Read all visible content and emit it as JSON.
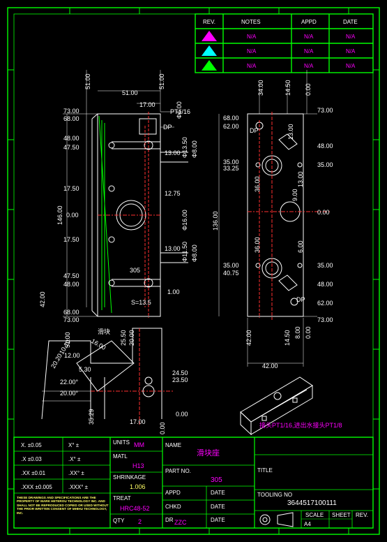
{
  "revision_table": {
    "headers": [
      "REV.",
      "NOTES",
      "APPD",
      "DATE"
    ],
    "rows": [
      {
        "notes": "N/A",
        "appd": "N/A",
        "date": "N/A",
        "color": "#ff00ff"
      },
      {
        "notes": "N/A",
        "appd": "N/A",
        "date": "N/A",
        "color": "#00ffff"
      },
      {
        "notes": "N/A",
        "appd": "N/A",
        "date": "N/A",
        "color": "#00ff00"
      }
    ]
  },
  "front_view": {
    "top_dims": [
      "51.00",
      "51.00",
      "17.00"
    ],
    "left_dims": [
      "73.00",
      "68.00",
      "48.00",
      "47.50",
      "17.50",
      "0.00",
      "17.50",
      "47.50",
      "48.00",
      "68.00",
      "73.00"
    ],
    "right_dims": [
      "13.00",
      "12.75",
      "13.00",
      "1.00"
    ],
    "vertical_dims": [
      "146.00",
      "42.00"
    ],
    "callouts": [
      "PT1/16",
      "DP",
      "S=13.5",
      "305"
    ],
    "dia_dims": [
      "Φ6.00",
      "Φ13.50",
      "Φ8.00",
      "Φ16.00",
      "Φ11.50",
      "Φ8.00"
    ]
  },
  "side_view": {
    "top_dims": [
      "34.00",
      "14.50",
      "0.00"
    ],
    "left_dims": [
      "68.00",
      "62.00",
      "35.00",
      "33.25",
      "35.00",
      "40.75"
    ],
    "right_dims": [
      "73.00",
      "48.00",
      "35.00",
      "0.00",
      "35.00",
      "48.00",
      "62.00",
      "73.00"
    ],
    "inner_dims": [
      "13.00",
      "36.00",
      "13.00",
      "9.00",
      "36.00",
      "6.00"
    ],
    "vertical_dims": [
      "136.00",
      "42.00",
      "14.50",
      "8.00",
      "0.00"
    ],
    "bottom_dim": "42.00",
    "callouts": [
      "DP",
      "DP"
    ]
  },
  "detail_view": {
    "dims": [
      "51.00",
      "20.20",
      "10.10",
      "16.00",
      "12.00",
      "5.30",
      "22.00°",
      "20.00°",
      "25.50",
      "20.00",
      "35.29",
      "17.00",
      "24.50",
      "23.50",
      "0.00",
      "0.00"
    ],
    "label": "滑块"
  },
  "iso_note": "接头PT1/16,进出水接头PT1/8",
  "title_block": {
    "tolerances": [
      {
        "a": "X.  ±0.05",
        "b": "X°  ±"
      },
      {
        "a": ".X  ±0.03",
        "b": ".X°  ±"
      },
      {
        "a": ".XX  ±0.01",
        "b": ".XX°  ±"
      },
      {
        "a": ".XXX  ±0.005",
        "b": ".XXX°  ±"
      }
    ],
    "notice": "THESE DRAWINGS AND SPECIFICATIONS ARE THE PROPERTY OF MARK HETEROU TECHNOLOGY INC. AND SHALL NOT BE REPRODUCED COPIED OR USED WITHOUT THE PRIOR WRITTEN CONSENT OF MHIHU TECHNOLOGY, INC.",
    "units_label": "UNITS",
    "units_value": "MM",
    "matl_label": "MATL",
    "matl_value": "H13",
    "shrinkage_label": "SHRINKAGE",
    "shrinkage_value": "1.006",
    "treat_label": "TREAT",
    "treat_value": "HRC48-52",
    "qty_label": "QTY",
    "qty_value": "2",
    "name_label": "NAME",
    "name_value": "滑块座",
    "part_no_label": "PART NO.",
    "part_no_value": "305",
    "appd_label": "APPD",
    "date_label": "DATE",
    "chkd_label": "CHKD",
    "dr_label": "DR",
    "dr_value": "ZZC",
    "title_label": "TITLE",
    "tooling_no_label": "TOOLING NO",
    "tooling_no_value": "3644517100111",
    "scale_label": "SCALE",
    "sheet_label": "SHEET",
    "rev_label": "REV.",
    "sheet_size": "A4"
  }
}
